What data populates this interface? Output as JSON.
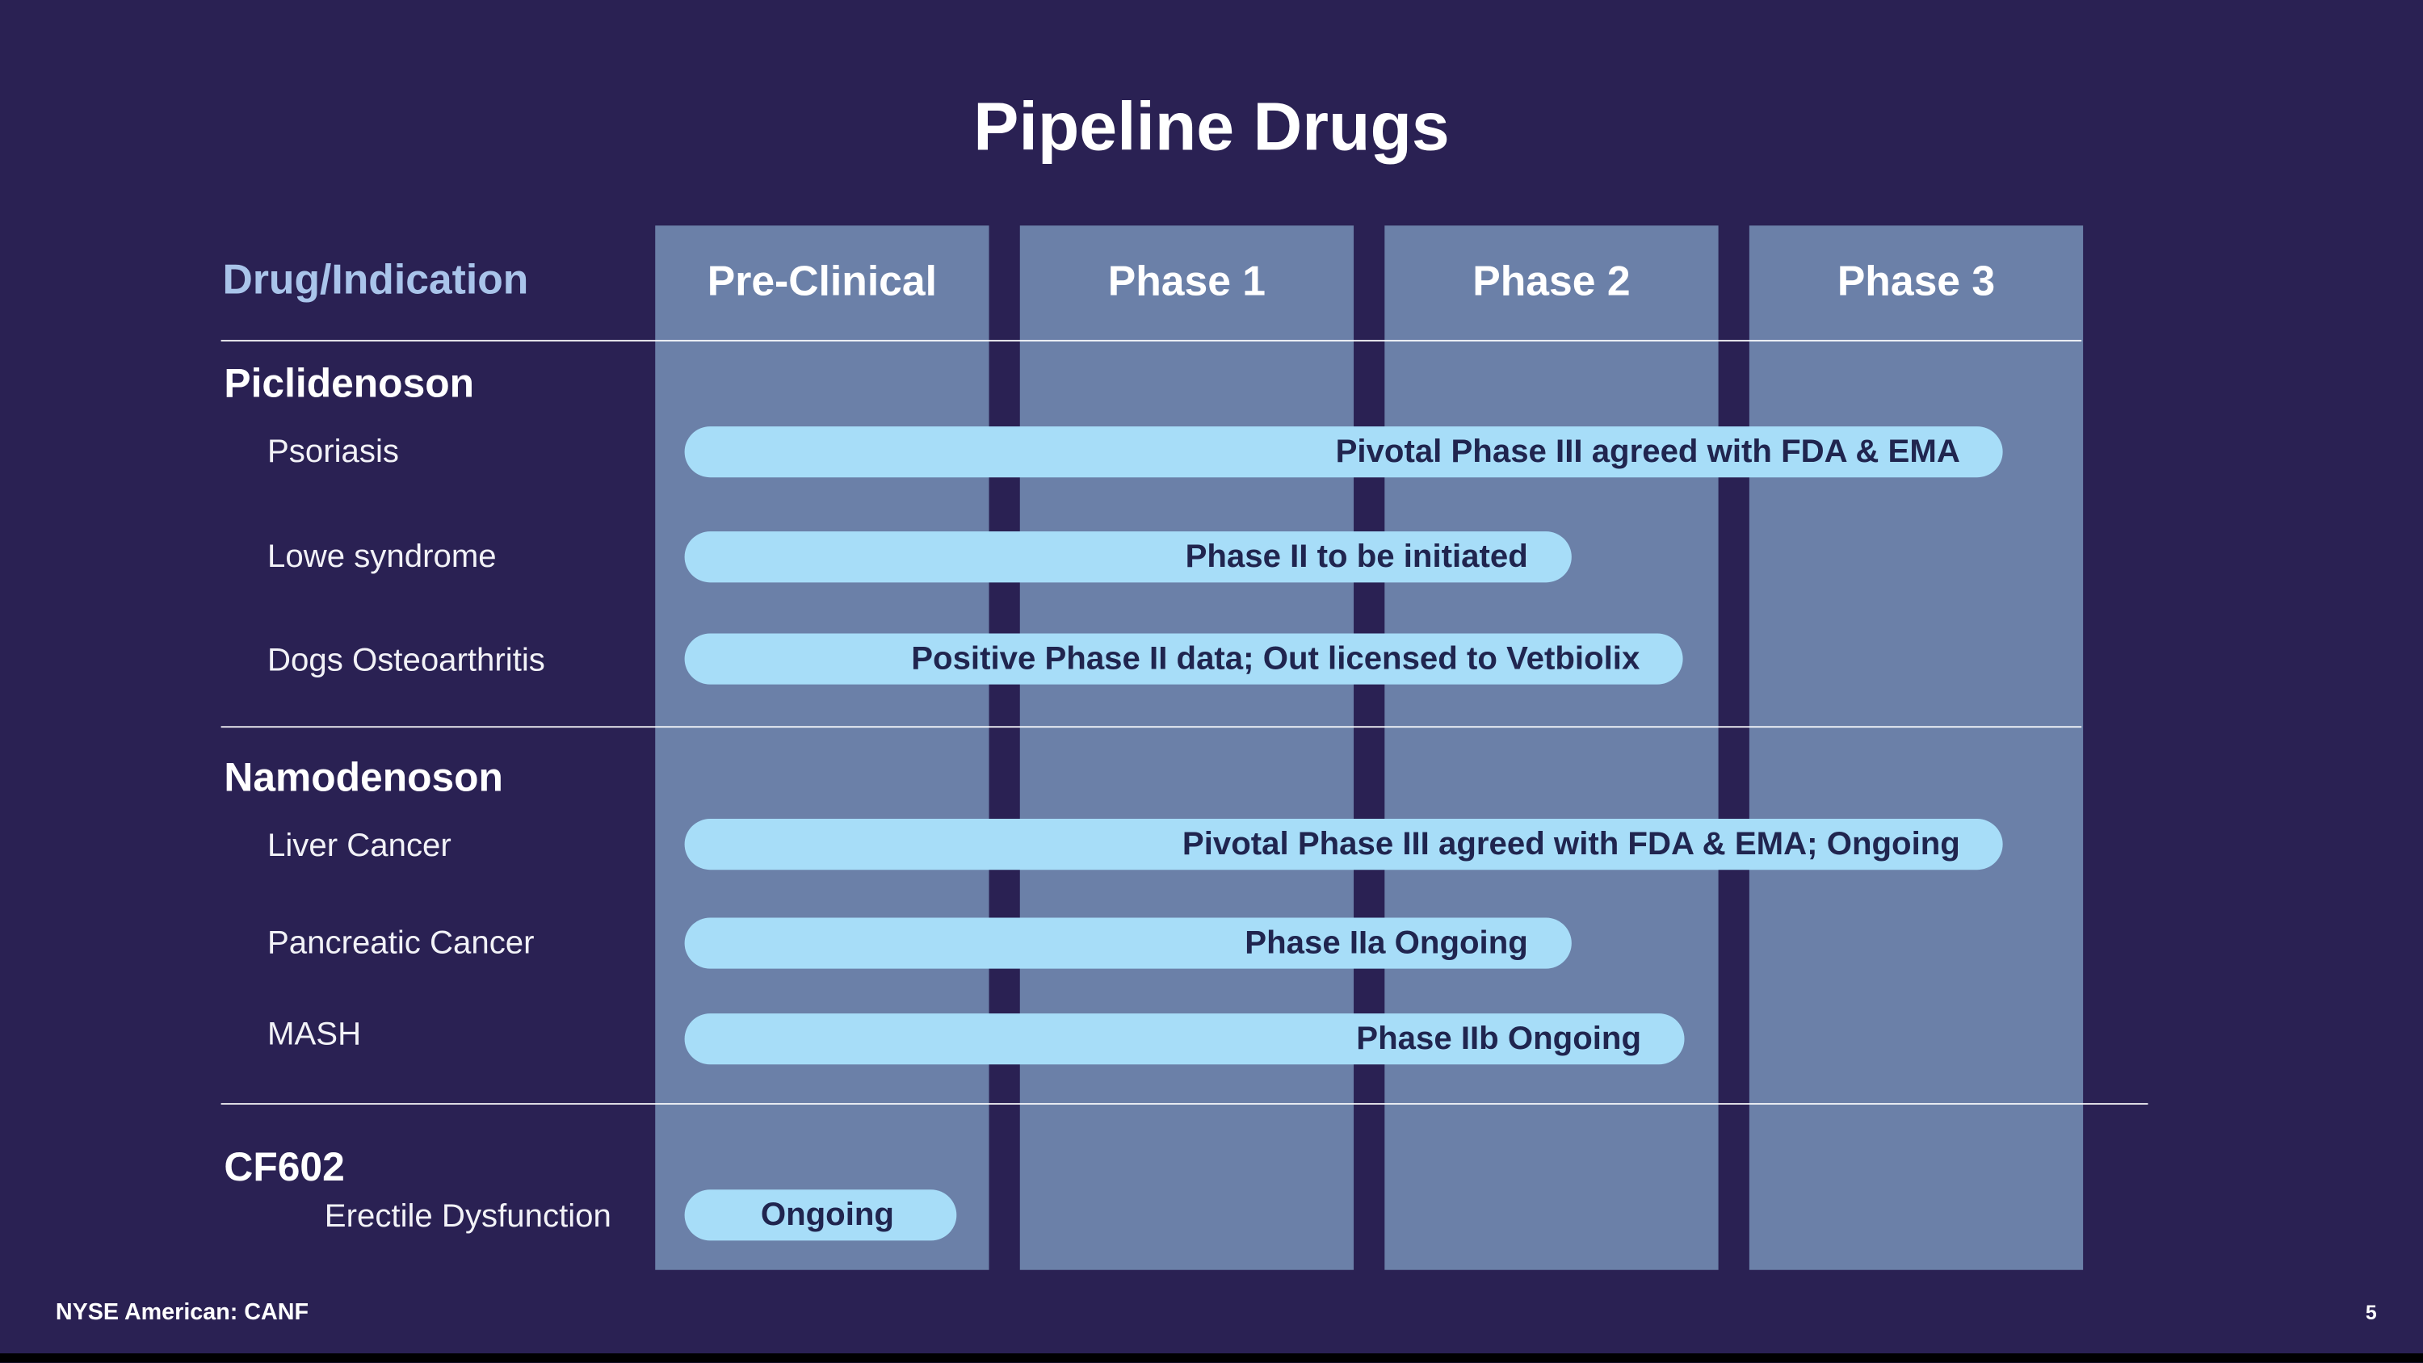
{
  "title": "Pipeline Drugs",
  "table": {
    "row_header": "Drug/Indication",
    "phases": [
      "Pre-Clinical",
      "Phase 1",
      "Phase 2",
      "Phase 3"
    ]
  },
  "groups": [
    {
      "name": "Piclidenoson",
      "rows": [
        {
          "indication": "Psoriasis",
          "bar_label": "Pivotal Phase III agreed with FDA & EMA",
          "width_pct": 94.3
        },
        {
          "indication": "Lowe syndrome",
          "bar_label": "Phase II to be initiated",
          "width_pct": 63.4
        },
        {
          "indication": "Dogs Osteoarthritis",
          "bar_label": "Positive Phase II data; Out licensed to Vetbiolix",
          "width_pct": 71.4
        }
      ]
    },
    {
      "name": "Namodenoson",
      "rows": [
        {
          "indication": "Liver Cancer",
          "bar_label": "Pivotal Phase III agreed with FDA & EMA; Ongoing",
          "width_pct": 94.3
        },
        {
          "indication": "Pancreatic Cancer",
          "bar_label": "Phase IIa Ongoing",
          "width_pct": 63.4
        },
        {
          "indication": "MASH",
          "bar_label": "Phase IIb Ongoing",
          "width_pct": 71.5
        }
      ]
    },
    {
      "name": "CF602",
      "rows": [
        {
          "indication": "Erectile Dysfunction",
          "bar_label": "Ongoing",
          "width_pct": 19.4
        }
      ]
    }
  ],
  "footer": {
    "ticker": "NYSE American: CANF",
    "page_number": "5"
  },
  "colors": {
    "background": "#2a2153",
    "phase_column": "#6b80a8",
    "bar": "#a7ddf8",
    "bar_text": "#20254f",
    "row_header_text": "#a9c4ea"
  },
  "chart_data": {
    "type": "bar",
    "orientation": "horizontal",
    "title": "Pipeline Drugs",
    "phase_axis": [
      "Pre-Clinical",
      "Phase 1",
      "Phase 2",
      "Phase 3"
    ],
    "legend": "none",
    "bars": [
      {
        "group": "Piclidenoson",
        "indication": "Psoriasis",
        "label": "Pivotal Phase III agreed with FDA & EMA",
        "starts_at": "Pre-Clinical",
        "ends_in": "Phase 3",
        "extent_pct_of_axis": 94.3
      },
      {
        "group": "Piclidenoson",
        "indication": "Lowe syndrome",
        "label": "Phase II to be initiated",
        "starts_at": "Pre-Clinical",
        "ends_in": "Phase 2",
        "extent_pct_of_axis": 63.4
      },
      {
        "group": "Piclidenoson",
        "indication": "Dogs Osteoarthritis",
        "label": "Positive Phase II data; Out licensed to Vetbiolix",
        "starts_at": "Pre-Clinical",
        "ends_in": "Phase 2",
        "extent_pct_of_axis": 71.4
      },
      {
        "group": "Namodenoson",
        "indication": "Liver Cancer",
        "label": "Pivotal Phase III agreed with FDA & EMA; Ongoing",
        "starts_at": "Pre-Clinical",
        "ends_in": "Phase 3",
        "extent_pct_of_axis": 94.3
      },
      {
        "group": "Namodenoson",
        "indication": "Pancreatic Cancer",
        "label": "Phase IIa Ongoing",
        "starts_at": "Pre-Clinical",
        "ends_in": "Phase 2",
        "extent_pct_of_axis": 63.4
      },
      {
        "group": "Namodenoson",
        "indication": "MASH",
        "label": "Phase IIb Ongoing",
        "starts_at": "Pre-Clinical",
        "ends_in": "Phase 2",
        "extent_pct_of_axis": 71.5
      },
      {
        "group": "CF602",
        "indication": "Erectile Dysfunction",
        "label": "Ongoing",
        "starts_at": "Pre-Clinical",
        "ends_in": "Pre-Clinical",
        "extent_pct_of_axis": 19.4
      }
    ]
  }
}
